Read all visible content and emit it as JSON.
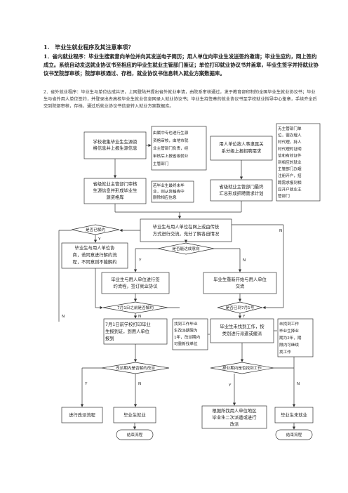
{
  "heading": "1.　毕业生就业程序及其注意事项？",
  "para1": "1．省内就业程序：毕业生搜索意向单位并向其发送电子简历；用人单位向毕业生发送签约邀请；毕业生应约，网上签约成立。系统自动发送就业协议书至相应的毕业生就业主管部门鉴证；单位打印就业协议书并盖章，毕业生签字并持就业协议书至院部审核；院部审核通过、存档，就业协议书信息转入就业方案数据库。",
  "para2": "2．省外就业程序：毕业生与单位达成共识，上网登陆并提出省外就业申请，由院系审核通过，发于教育部印制的全国毕业生就业协议书；毕业生与省外用人单位签约，并登录出去高校毕业生就业信息网录入就业协议书；毕业生持签章的就业协议书至学校就业指导中心鉴章，手续齐全后交到院部审核，存档，通过后就业协议书信息转入就业方案数据库。",
  "flow": {
    "b1": [
      "学校收集毕业生生源资",
      "格信息并上报生源信息"
    ],
    "b2": [
      "由属中专也进行生源",
      "资格审核，由地市就",
      "业主管部门负责，经",
      "审核后上报省级就业",
      "主管部门"
    ],
    "b3": [
      "用人单位按人事隶属关",
      "系分级上报招聘需求"
    ],
    "b4": [
      "无主管部门单",
      "位，需办理人",
      "材代理，持人",
      "材代理的证明",
      "信和有效证件",
      "到相应的就业",
      "主管部门办理",
      "注册开户，招",
      "聘需求报到相",
      "应开户就业主",
      "管部门"
    ],
    "b5": [
      "省级就业主管部门审核",
      "生源信息并形成毕业生",
      "源资格库"
    ],
    "b6": [
      "若毕业生最终未毕",
      "业，则从资格库中",
      "删除相应信息"
    ],
    "b7": [
      "省级就业主管部门最终",
      "汇总形成招聘需求计划"
    ],
    "b8": [
      "毕业生与用人单位在网上或由传统",
      "方式进行交流，充分了解各自情况"
    ],
    "b9": [
      "毕业生与用人单位协",
      "商，若同意进行解约流",
      "程，不同意则不能解约"
    ],
    "b10": [
      "毕业生与用人单位进行签",
      "约流程，签订就业协议"
    ],
    "b11": [
      "毕业生重新开始与用人单位",
      "交流"
    ],
    "b12": [
      "7月1日前学校打印毕业",
      "生报到证，到用人单位",
      "报到"
    ],
    "b13": [
      "找到工作毕业",
      "生改派期限为",
      "1年，改派期内",
      "可重新找单位"
    ],
    "b14": [
      "毕业生未找到工作，按",
      "类别进行派遣或缓派"
    ],
    "b15": [
      "未找到工作",
      "毕业生择业",
      "期为2年，期",
      "限内可继续",
      "找工作"
    ],
    "b16": [
      "进行改派流程"
    ],
    "b17": [
      "毕业生就业"
    ],
    "b18": [
      "根据所找用人单位地区",
      "毕业生二次派遣或进行",
      "改派"
    ],
    "b19": [
      "毕业生未就业"
    ],
    "d1": "是否已解约",
    "d2": "是否能达成意向",
    "d3": "7月1日之前是否解约",
    "d4": "是否已到7月1号",
    "d5": "改派期内是否解约改派",
    "d6": "择业期内是否找到工作",
    "end1": "结束流程",
    "end2": "结束流程",
    "y": "Y",
    "n": "N"
  }
}
